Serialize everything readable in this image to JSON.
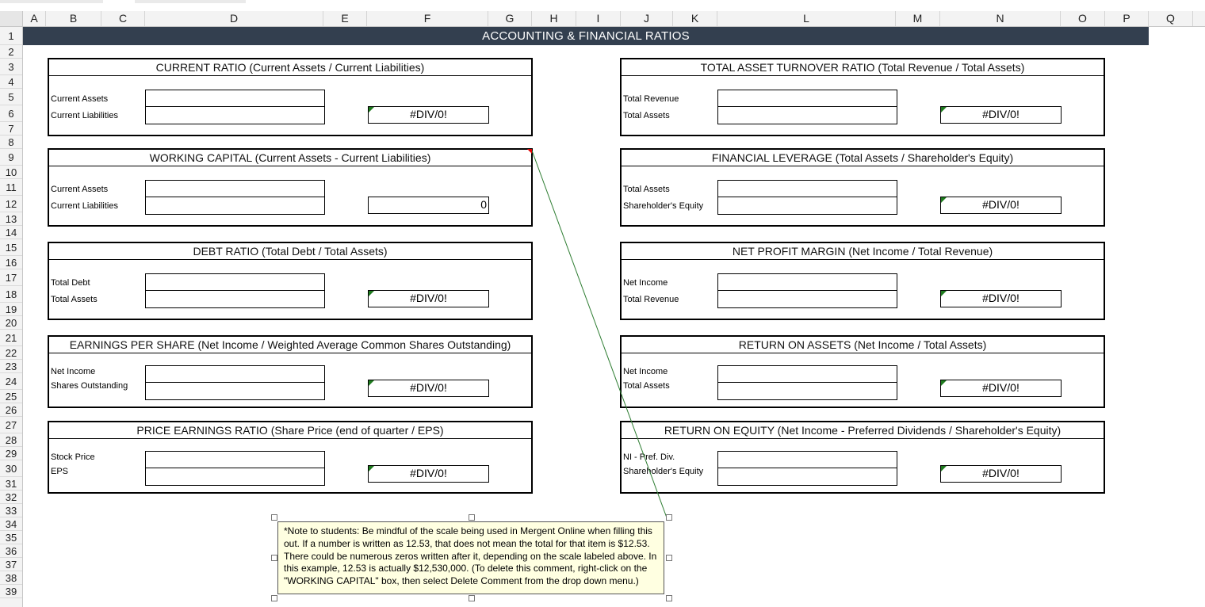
{
  "columns": [
    "A",
    "B",
    "C",
    "D",
    "E",
    "F",
    "G",
    "H",
    "I",
    "J",
    "K",
    "L",
    "M",
    "N",
    "O",
    "P",
    "Q"
  ],
  "rows": [
    "1",
    "2",
    "3",
    "4",
    "5",
    "6",
    "7",
    "8",
    "9",
    "10",
    "11",
    "12",
    "13",
    "14",
    "15",
    "16",
    "17",
    "18",
    "19",
    "20",
    "21",
    "22",
    "23",
    "24",
    "25",
    "26",
    "27",
    "28",
    "29",
    "30",
    "31",
    "32",
    "33",
    "34",
    "35",
    "36",
    "37",
    "38",
    "39"
  ],
  "title": "ACCOUNTING & FINANCIAL RATIOS",
  "boxes": [
    {
      "header": "CURRENT RATIO (Current Assets / Current Liabilities)",
      "label1": "Current Assets",
      "label2": "Current Liabilities",
      "result": "#DIV/0!"
    },
    {
      "header": "WORKING CAPITAL (Current Assets - Current Liabilities)",
      "label1": "Current Assets",
      "label2": "Current Liabilities",
      "result": "0"
    },
    {
      "header": "DEBT RATIO (Total Debt / Total Assets)",
      "label1": "Total Debt",
      "label2": "Total Assets",
      "result": "#DIV/0!"
    },
    {
      "header": "EARNINGS PER SHARE (Net Income / Weighted Average Common Shares Outstanding)",
      "label1": "Net Income",
      "label2": "Shares Outstanding",
      "result": "#DIV/0!"
    },
    {
      "header": "PRICE EARNINGS RATIO (Share Price (end of quarter / EPS)",
      "label1": "Stock Price",
      "label2": "EPS",
      "result": "#DIV/0!"
    },
    {
      "header": "TOTAL ASSET TURNOVER RATIO (Total Revenue / Total Assets)",
      "label1": "Total Revenue",
      "label2": "Total Assets",
      "result": "#DIV/0!"
    },
    {
      "header": "FINANCIAL LEVERAGE (Total Assets / Shareholder's Equity)",
      "label1": "Total Assets",
      "label2": "Shareholder's Equity",
      "result": "#DIV/0!"
    },
    {
      "header": "NET PROFIT MARGIN (Net Income / Total Revenue)",
      "label1": "Net Income",
      "label2": "Total Revenue",
      "result": "#DIV/0!"
    },
    {
      "header": "RETURN ON ASSETS (Net Income / Total Assets)",
      "label1": "Net Income",
      "label2": "Total Assets",
      "result": "#DIV/0!"
    },
    {
      "header": "RETURN ON EQUITY (Net Income - Preferred Dividends / Shareholder's Equity)",
      "label1": "NI - Pref. Div.",
      "label2": "Shareholder's Equity",
      "result": "#DIV/0!"
    }
  ],
  "comment": "*Note to students: Be mindful of the scale being used in Mergent Online when filling this out. If a number is written as 12.53, that does not mean the total for that item is $12.53. There could be numerous zeros written after it, depending on the scale labeled above. In this example, 12.53 is actually $12,530,000. (To delete this comment, right-click on the \"WORKING CAPITAL\" box, then select Delete Comment from the drop down menu.)",
  "colors": {
    "title_bg": "#333f4f",
    "comment_bg": "#ffffe1",
    "indicator": "#1e7a1e",
    "comment_indicator": "#e00000"
  }
}
